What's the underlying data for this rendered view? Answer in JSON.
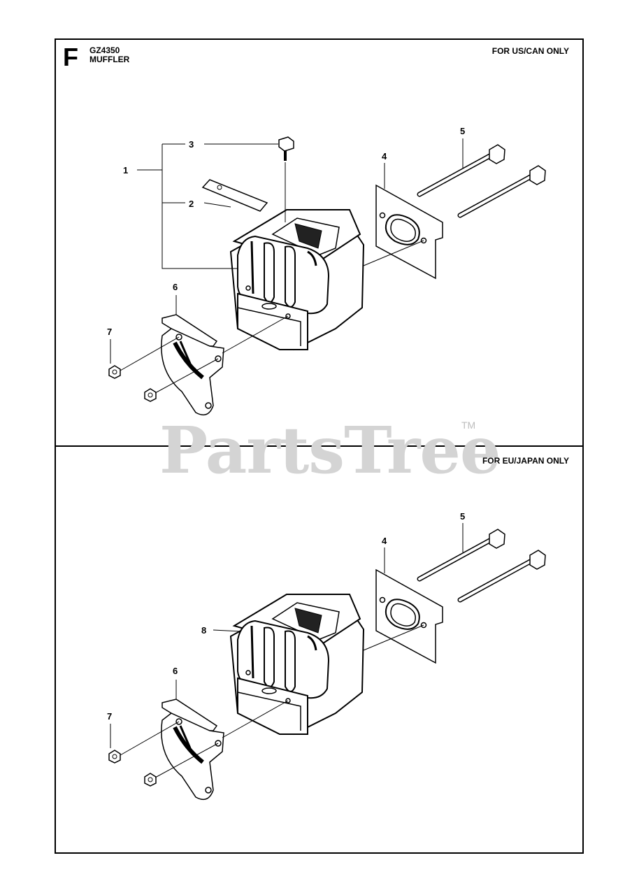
{
  "header": {
    "section_letter": "F",
    "model": "GZ4350",
    "title": "MUFFLER"
  },
  "panels": [
    {
      "region_label": "FOR US/CAN ONLY",
      "callouts": [
        "1",
        "2",
        "3",
        "4",
        "5",
        "6",
        "7"
      ]
    },
    {
      "region_label": "FOR EU/JAPAN ONLY",
      "callouts": [
        "4",
        "5",
        "6",
        "7",
        "8"
      ]
    }
  ],
  "watermark": {
    "text": "PartsTree",
    "mark": "TM"
  }
}
